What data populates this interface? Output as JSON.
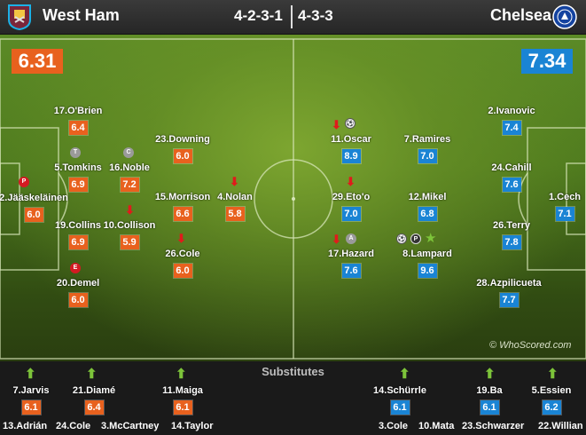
{
  "header": {
    "home_team": "West Ham",
    "away_team": "Chelsea",
    "home_formation": "4-2-3-1",
    "away_formation": "4-3-3"
  },
  "ratings": {
    "home": "6.31",
    "away": "7.34"
  },
  "colors": {
    "home": "#e8611e",
    "away": "#1a84d4",
    "sub_in": "#7dc43a",
    "sub_out": "#e01b1b"
  },
  "home_players": [
    {
      "name": "2.Jääskeläinen",
      "rating": "6.0"
    },
    {
      "name": "17.O'Brien",
      "rating": "6.4"
    },
    {
      "name": "19.Collins",
      "rating": "6.9"
    },
    {
      "name": "5.Tomkins",
      "rating": "6.9"
    },
    {
      "name": "20.Demel",
      "rating": "6.0"
    },
    {
      "name": "16.Noble",
      "rating": "7.2"
    },
    {
      "name": "10.Collison",
      "rating": "5.9"
    },
    {
      "name": "23.Downing",
      "rating": "6.0"
    },
    {
      "name": "15.Morrison",
      "rating": "6.6"
    },
    {
      "name": "26.Cole",
      "rating": "6.0"
    },
    {
      "name": "4.Nolan",
      "rating": "5.8"
    }
  ],
  "away_players": [
    {
      "name": "1.Cech",
      "rating": "7.1"
    },
    {
      "name": "2.Ivanovic",
      "rating": "7.4"
    },
    {
      "name": "24.Cahill",
      "rating": "7.6"
    },
    {
      "name": "26.Terry",
      "rating": "7.8"
    },
    {
      "name": "28.Azpilicueta",
      "rating": "7.7"
    },
    {
      "name": "7.Ramires",
      "rating": "7.0"
    },
    {
      "name": "12.Mikel",
      "rating": "6.8"
    },
    {
      "name": "8.Lampard",
      "rating": "9.6"
    },
    {
      "name": "11.Oscar",
      "rating": "8.9"
    },
    {
      "name": "29.Eto'o",
      "rating": "7.0"
    },
    {
      "name": "17.Hazard",
      "rating": "7.6"
    }
  ],
  "icon_letters": {
    "penalty": "P",
    "tackle": "T",
    "cross": "C",
    "error": "E",
    "assist": "A",
    "goal": "⚽",
    "penalty_goal": "P"
  },
  "substitutes_title": "Substitutes",
  "home_subs_in": [
    {
      "name": "7.Jarvis",
      "rating": "6.1"
    },
    {
      "name": "21.Diamé",
      "rating": "6.4"
    },
    {
      "name": "11.Maiga",
      "rating": "6.1"
    }
  ],
  "home_subs_out": [
    "13.Adrián",
    "24.Cole",
    "3.McCartney",
    "14.Taylor"
  ],
  "away_subs_in": [
    {
      "name": "14.Schürrle",
      "rating": "6.1"
    },
    {
      "name": "19.Ba",
      "rating": "6.1"
    },
    {
      "name": "5.Essien",
      "rating": "6.2"
    }
  ],
  "away_subs_out": [
    "3.Cole",
    "10.Mata",
    "23.Schwarzer",
    "22.Willian"
  ],
  "watermark": "© WhoScored.com"
}
